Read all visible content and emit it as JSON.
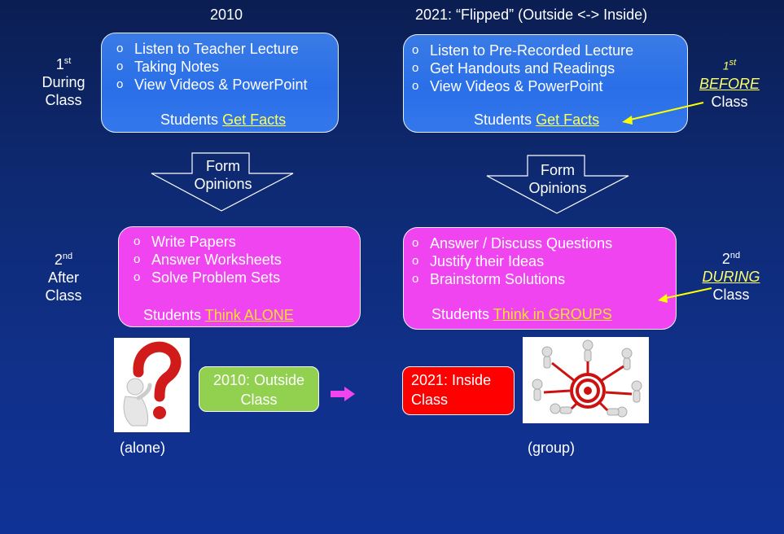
{
  "headers": {
    "left": "2010",
    "right": "2021: “Flipped” (Outside <-> Inside)"
  },
  "left_side_1": {
    "ordinal": "1",
    "sup": "st",
    "line2": "During",
    "line3": "Class"
  },
  "left_side_2": {
    "ordinal": "2",
    "sup": "nd",
    "line2": "After",
    "line3": "Class"
  },
  "right_side_1": {
    "ordinal": "1",
    "sup": "st",
    "line2": "BEFORE",
    "line3": "Class"
  },
  "right_side_2": {
    "ordinal": "2",
    "sup": "nd",
    "line2": "DURING",
    "line3": "Class"
  },
  "box_2010_top": {
    "items": [
      "Listen to Teacher Lecture",
      "Taking Notes",
      "View Videos & PowerPoint"
    ],
    "foot_prefix": "Students ",
    "foot_highlight": "Get Facts"
  },
  "box_2021_top": {
    "items": [
      "Listen to Pre-Recorded Lecture",
      "Get Handouts and Readings",
      "View Videos & PowerPoint"
    ],
    "foot_prefix": "Students ",
    "foot_highlight": "Get Facts"
  },
  "arrow_left": {
    "line1": "Form",
    "line2": "Opinions"
  },
  "arrow_right": {
    "line1": "Form",
    "line2": "Opinions"
  },
  "box_2010_bottom": {
    "items": [
      "Write Papers",
      "Answer Worksheets",
      "Solve Problem Sets"
    ],
    "foot_prefix": "Students ",
    "foot_highlight": "Think ALONE"
  },
  "box_2021_bottom": {
    "items": [
      "Answer / Discuss Questions",
      "Justify their Ideas",
      "Brainstorm Solutions"
    ],
    "foot_prefix": "Students ",
    "foot_highlight": "Think in GROUPS"
  },
  "tag_2010": {
    "line1": "2010: Outside",
    "line2": "Class"
  },
  "tag_2021": {
    "line1": "2021: Inside",
    "line2": "Class"
  },
  "caption_left": "(alone)",
  "caption_right": "(group)",
  "colors": {
    "blue_box": "#2a6fe8",
    "pink_box": "#f044f0",
    "green_tag": "#92d050",
    "red_tag": "#ff0000",
    "highlight": "#ffff55"
  }
}
